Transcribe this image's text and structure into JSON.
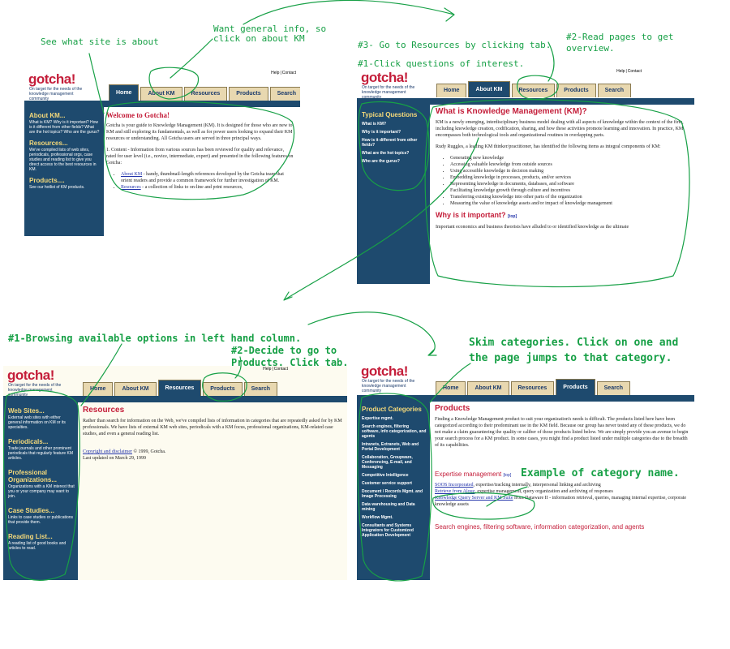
{
  "colors": {
    "brand_red": "#c41e3a",
    "nav_blue": "#1e4a6e",
    "tab_tan": "#e8d8b0",
    "annotation_green": "#17a046",
    "link_blue": "#2233aa"
  },
  "site": {
    "logo": "gotcha!",
    "tagline": "On target for the needs of the knowledge management community",
    "help": "Help",
    "contact": "Contact"
  },
  "tabs": {
    "home": "Home",
    "about": "About KM",
    "resources": "Resources",
    "products": "Products",
    "search": "Search"
  },
  "annotations": {
    "a1": "See what site is about",
    "a2_line1": "Want general info, so",
    "a2_line2": "click on about KM",
    "a3": "#3- Go to Resources by clicking tab.",
    "a4_line1": "#2-Read pages to get",
    "a4_line2": "overview.",
    "a5": "#1-Click questions of interest.",
    "a6": "#1-Browsing available options in left hand column.",
    "a7_line1": "#2-Decide to go to",
    "a7_line2": "Products. Click tab.",
    "a8_line1": "Skim categories.  Click on one and",
    "a8_line2": "the page jumps to that category.",
    "a9": "Example of category name."
  },
  "panel1": {
    "sidebar": {
      "about_head": "About KM...",
      "about_text": "What is KM? Why is it important? How is it different from other fields? What are the hot topics? Who are the gurus?",
      "resources_head": "Resources...",
      "resources_text": "We've compiled lists of web sites, periodicals, professional orgs, case studies and reading list to give you direct access to the best resources in KM.",
      "products_head": "Products....",
      "products_text": "See our hotlist of KM products."
    },
    "title": "Welcome to Gotcha!",
    "p1": "Gotcha is your guide to Knowledge Management (KM). It is designed for those who are new to KM and still exploring its fundamentals, as well as for power users looking to expand their KM resources or understanding. All Gotcha users are served in three principal ways.",
    "p2": "1. Content - Information from various sources has been reviewed for quality and relevance, rated for user level (i.e., novice, intermediate, expert) and presented in the following features on Gotcha:",
    "b1_link": "About KM",
    "b1_text": " - handy, thumbnail-length references developed by the Gotcha team that orient readers and provide a common framework for further investigation of KM.",
    "b2_link": "Resources",
    "b2_text": " - a collection of links to on-line and print resources,"
  },
  "panel2": {
    "sidebar": {
      "head": "Typical Questions",
      "items": [
        "What is KM?",
        "Why is it important?",
        "How is it different from other fields?",
        "What are the hot topics?",
        "Who are the gurus?"
      ]
    },
    "title": "What is Knowledge Management (KM)?",
    "p1": "KM is a newly emerging, interdisciplinary business model dealing with all aspects of knowledge within the context of the firm, including knowledge creation, codification, sharing, and how these activities promote learning and innovation. In practice, KM encompasses both technological tools and organizational routines in overlapping parts.",
    "p2": "Rudy Ruggles, a leading KM thinker/practitioner, has identified the following items as integral components of KM:",
    "bullets": [
      "Generating new knowledge",
      "Accessing valuable knowledge from outside sources",
      "Using accessible knowledge in decision making",
      "Embedding knowledge in processes, products, and/or services",
      "Representing knowledge in documents, databases, and software",
      "Facilitating knowledge growth through culture and incentives",
      "Transferring existing knowledge into other parts of the organization",
      "Measuring the value of knowledge assets and/or impact of knowledge management"
    ],
    "sub": "Why is it important?",
    "top": "[top]",
    "p3": "Important economics and business theorists have alluded to or identified knowledge as the ultimate"
  },
  "panel3": {
    "sidebar": [
      {
        "head": "Web Sites...",
        "text": "External web sites with either general information on KM or its specialties."
      },
      {
        "head": "Periodicals...",
        "text": "Trade journals and other prominent periodicals that regularly feature KM articles."
      },
      {
        "head": "Professional Organizations...",
        "text": "Organizations with a KM interest that you or your company may want to join."
      },
      {
        "head": "Case Studies...",
        "text": "Links to case studies or publications that provide them."
      },
      {
        "head": "Reading List...",
        "text": "A reading list of good books and articles to read."
      }
    ],
    "title": "Resources",
    "p1": "Rather than search for information on the Web, we've compiled lists of information in categories that are repeatedly asked for by KM professionals. We have lists of external KM web sites, periodicals with a KM focus, professional organizations, KM-related case studies, and even a general reading list.",
    "copyright_link": "Copyright and disclaimer",
    "copyright_text": " © 1999, Gotcha.",
    "updated": "Last updated on March 29, 1999"
  },
  "panel4": {
    "sidebar": {
      "head": "Product Categories",
      "items": [
        "Expertise mgmt.",
        "Search engines, filtering software, info categorization, and agents",
        "Intranets, Extranets, Web and Portal Development",
        "Collaboration, Groupware, Conferencing, E-mail, and Messaging",
        "Competitive Intelligence",
        "Customer service support",
        "Document / Records Mgmt. and Image Processing",
        "Data warehousing and Data mining",
        "Workflow Mgmt.",
        "Consultants and Systems Integrators for Customized Application Development"
      ]
    },
    "title": "Products",
    "p1": "Finding a Knowledge Management product to suit your organization's needs is difficult. The products listed here have been categorized according to their predominant use in the KM field. Because our group has never tested any of these products, we do not make a claim guaranteeing the quality or caliber of those products listed below.  We are simply provide you an avenue to begin your search process for a KM product. In some cases, you might find a product listed under multiple categories due to the breadth of its capabilities.",
    "cat1": "Expertise management",
    "top": "[top]",
    "entries": [
      {
        "link": "SOOS Incorporated",
        "text": ", expertise/tracking internally, interpersonal linking and archiving"
      },
      {
        "link": "Retrieve from Alouz",
        "text": ", expertise management, query organization and archiving of responses"
      },
      {
        "link": "Knowledge Query Server and KM Suite",
        "text": " from Dataware II - information retrieval, queries, managing internal expertise, corporate knowledge assets"
      }
    ],
    "cat2": "Search engines, filtering software, information categorization, and agents"
  }
}
